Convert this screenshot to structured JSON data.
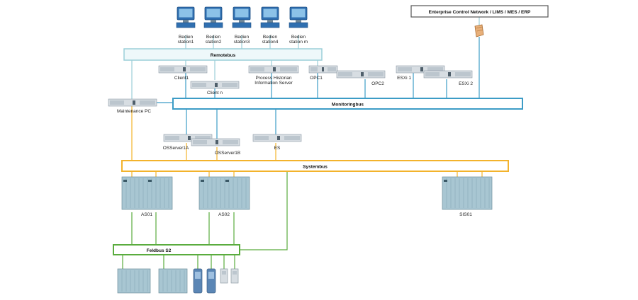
{
  "enterprise": {
    "label": "Enterprise Control Network / LIMS / MES / ERP"
  },
  "buses": {
    "remotebus": "Remotebus",
    "monitoringbus": "Monitoringbus",
    "systembus": "Systembus",
    "feldbus": "Feldbus S2"
  },
  "stations": [
    {
      "line1": "Bedien",
      "line2": "station1"
    },
    {
      "line1": "Bedien",
      "line2": "station2"
    },
    {
      "line1": "Bedien",
      "line2": "station3"
    },
    {
      "line1": "Bedien",
      "line2": "station4"
    },
    {
      "line1": "Bedien",
      "line2": "station m"
    }
  ],
  "devices": {
    "client1": "Client1",
    "clientn": "Client n",
    "historian_line1": "Process Historian",
    "historian_line2": "Information Server",
    "opc1": "OPC1",
    "opc2": "OPC2",
    "esxi1": "ESXi 1",
    "esxi2": "ESXi 2",
    "maintenance": "Maintenance PC",
    "osserver1a": "OSServer1A",
    "osserver1b": "OSServer1B",
    "es": "ES",
    "as01": "AS01",
    "as02": "AS02",
    "sis01": "SIS01"
  },
  "colors": {
    "remotebus": "#bfe0e6",
    "monitoringbus": "#3c9cc6",
    "systembus": "#f3b32c",
    "feldbus": "#5aac3e",
    "device": "#d7dde2",
    "device_edge": "#8d9aa4",
    "rack": "#a8c6d2",
    "monitor": "#2f6fb0",
    "firewall": "#e8b07a"
  }
}
